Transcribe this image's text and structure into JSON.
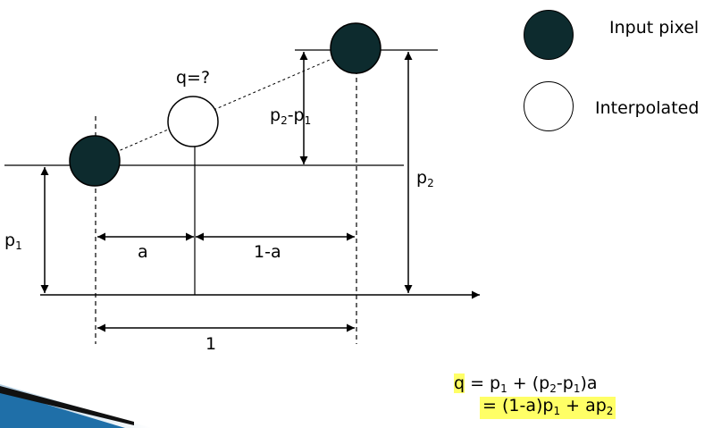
{
  "colors": {
    "input_pixel_fill": "#0d2b2e",
    "interpolated_fill": "#ffffff",
    "highlight": "#ffff66",
    "corner_band": "#1f6fa8"
  },
  "legend": {
    "input_label": "Input pixel",
    "interpolated_label": "Interpolated"
  },
  "labels": {
    "q_unknown": "q=?",
    "diff_p2": "p",
    "diff_sub2": "2",
    "diff_minus": "-p",
    "diff_sub1": "1",
    "p2_main": "p",
    "p2_sub": "2",
    "p1_main": "p",
    "p1_sub": "1",
    "a": "a",
    "one_minus_a": "1-a",
    "one": "1"
  },
  "equation": {
    "line1": {
      "q": "q",
      "eq": " = p",
      "s1": "1",
      "mid": " + (p",
      "s2": "2",
      "dash": "-p",
      "s3": "1",
      "end": ")a"
    },
    "line2": {
      "start": "= (1-a)p",
      "s1": "1",
      "mid": " + ap",
      "s2": "2"
    }
  }
}
